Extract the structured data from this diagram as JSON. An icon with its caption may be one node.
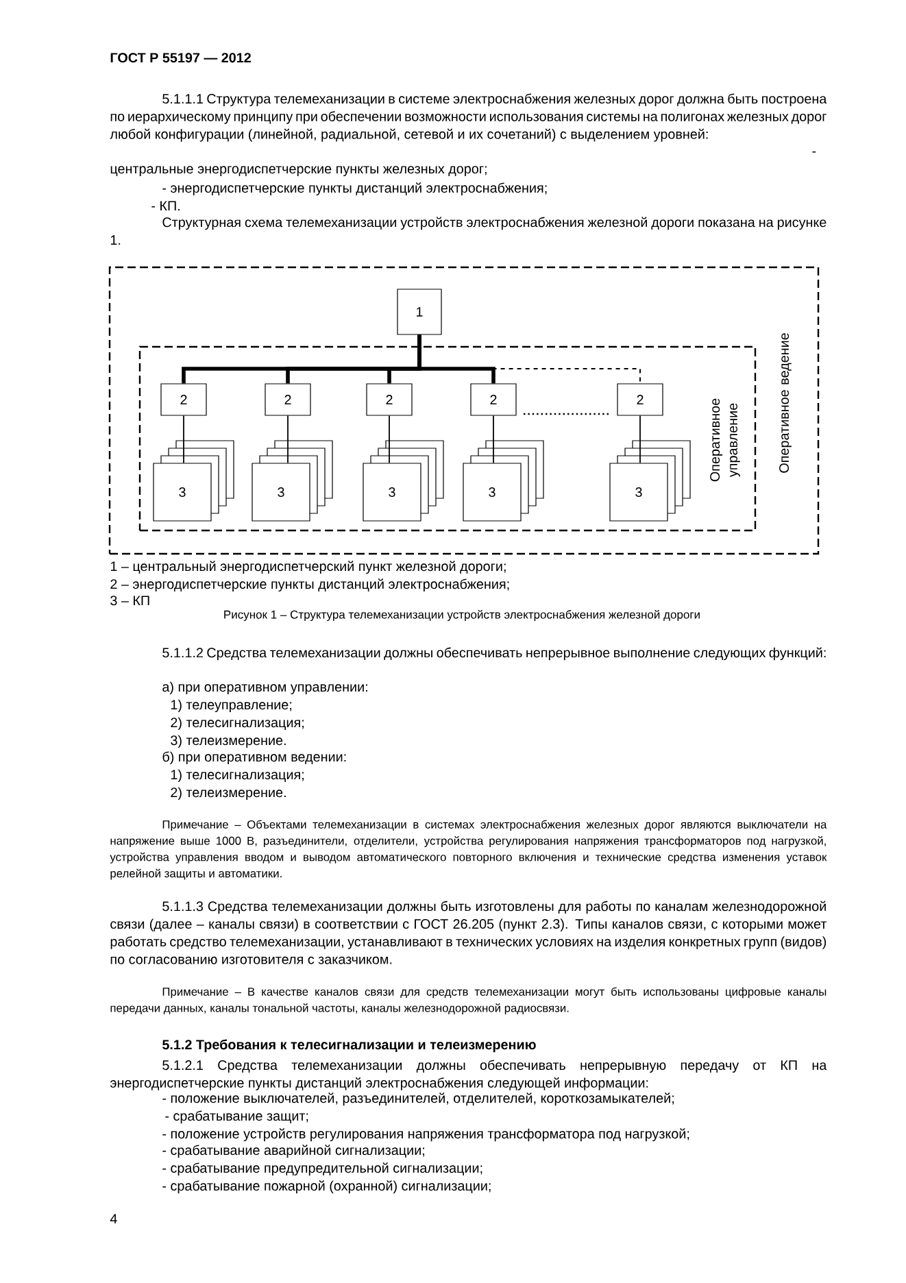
{
  "diagram": {
    "caption": "Рисунок 1 – Структура телемеханизации устройств электроснабжения железной дороги",
    "nodes": [
      {
        "text": [
          "Оперативное ведение"
        ]
      },
      {
        "text": [
          "Оперативное управление"
        ],
        "in": 0
      },
      {
        "text": [
          "1"
        ],
        "in": 0
      },
      {
        "text": [
          "2"
        ],
        "in": 1
      },
      {
        "text": [
          "2"
        ],
        "in": 1
      },
      {
        "text": [
          "2"
        ],
        "in": 1
      },
      {
        "text": [
          "2"
        ],
        "in": 1
      },
      {
        "text": [
          "2"
        ],
        "in": 1
      },
      {
        "text": [
          "3"
        ],
        "in": 1
      },
      {
        "text": [
          "3"
        ],
        "in": 1
      },
      {
        "text": [
          "3"
        ],
        "in": 1
      },
      {
        "text": [
          "3"
        ],
        "in": 1
      },
      {
        "text": [
          "3"
        ],
        "in": 1
      }
    ],
    "edges": [
      {
        "from": 2,
        "to": 3,
        "arrow": "none",
        "style": "thick"
      },
      {
        "from": 2,
        "to": 4,
        "arrow": "none",
        "style": "thick"
      },
      {
        "from": 2,
        "to": 5,
        "arrow": "none",
        "style": "thick"
      },
      {
        "from": 2,
        "to": 6,
        "arrow": "none",
        "style": "thick"
      },
      {
        "from": 2,
        "to": 7,
        "arrow": "none",
        "style": "dashed"
      },
      {
        "from": 3,
        "to": 8,
        "arrow": "none"
      },
      {
        "from": 4,
        "to": 9,
        "arrow": "none"
      },
      {
        "from": 5,
        "to": 10,
        "arrow": "none"
      },
      {
        "from": 6,
        "to": 11,
        "arrow": "none"
      },
      {
        "from": 7,
        "to": 12,
        "arrow": "none"
      }
    ],
    "labels": [
      "ГОСТ Р 55197 — 2012",
      "5.1.1.1 Структура телемеханизации в системе электроснабжения железных дорог должна быть построена по иерархическому принципу при обеспечении возможности использования системы на полигонах железных дорог любой конфигурации (линейной, радиальной, сетевой и их сочетаний) с выделением уровней:",
      "-",
      "центральные энергодиспетчерские пункты железных дорог;",
      "- энергодиспетчерские пункты дистанций электроснабжения;",
      "- КП.",
      "Структурная схема телемеханизации устройств электроснабжения железной дороги показана на рисунке 1.",
      "1 – центральный энергодиспетчерский пункт железной дороги;",
      "2 – энергодиспетчерские пункты дистанций электроснабжения;",
      "3 – КП",
      "5.1.1.2 Средства телемеханизации должны обеспечивать непрерывное выполнение следующих функций:",
      "а) при оперативном управлении:",
      "1) телеуправление;",
      "2) телесигнализация;",
      "3) телеизмерение.",
      "б) при оперативном ведении:",
      "1) телесигнализация;",
      "2) телеизмерение.",
      "Примечание – Объектами телемеханизации в системах электроснабжения железных дорог являются выключатели на напряжение выше 1000 В, разъединители, отделители, устройства регулирования напряжения трансформаторов под нагрузкой, устройства управления вводом и выводом автоматического повторного включения и технические средства изменения уставок релейной защиты и автоматики.",
      "5.1.1.3 Средства телемеханизации должны быть изготовлены для работы по каналам железнодорожной связи (далее – каналы связи) в соответствии с ГОСТ 26.205 (пункт 2.3). Типы каналов связи, с которыми может работать средство телемеханизации, устанавливают в технических условиях на изделия конкретных групп (видов) по согласованию изготовителя с заказчиком.",
      "Примечание – В качестве каналов связи для средств телемеханизации могут быть использованы цифровые каналы передачи данных, каналы тональной частоты, каналы железнодорожной радиосвязи.",
      "5.1.2 Требования к телесигнализации и телеизмерению",
      "5.1.2.1 Средства телемеханизации должны обеспечивать непрерывную передачу от КП на энергодиспетчерские пункты дистанций электроснабжения следующей информации:",
      "- положение выключателей, разъединителей, отделителей, короткозамыкателей;",
      "- срабатывание защит;",
      "- положение устройств регулирования напряжения трансформатора под нагрузкой;",
      "- срабатывание аварийной сигнализации;",
      "- срабатывание предупредительной сигнализации;",
      "- срабатывание пожарной (охранной) сигнализации;",
      "4"
    ]
  }
}
